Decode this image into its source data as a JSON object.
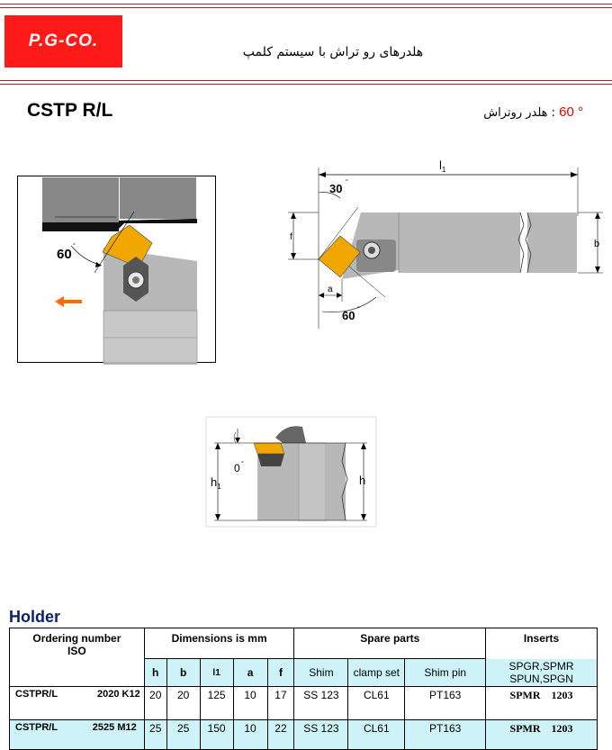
{
  "brand": {
    "logo": "P.G-CO."
  },
  "header": {
    "title_fa": "هلدرهای رو تراش با سیستم کلمپ"
  },
  "product": {
    "code": "CSTP R/L",
    "angle_value": "60",
    "angle_unit": "°",
    "angle_sep": ":",
    "angle_desc_fa": "هلدر روتراش"
  },
  "diagram_left": {
    "angle_label": "60",
    "deg": "°"
  },
  "diagram_right": {
    "l1": "l",
    "l1_sub": "1",
    "angle_top": "30",
    "angle_bottom": "60",
    "deg": "°",
    "f": "f",
    "b": "b",
    "a": "a"
  },
  "diagram_bottom": {
    "h1": "h",
    "h1_sub": "1",
    "h": "h",
    "angle": "0",
    "deg": "°"
  },
  "section": {
    "title": "Holder"
  },
  "table": {
    "ordering_header_line1": "Ordering  number",
    "ordering_header_line2": "ISO",
    "dimensions_header": "Dimensions is mm",
    "spare_header": "Spare  parts",
    "inserts_header": "Inserts",
    "dim_cols": [
      "h",
      "b",
      "l1",
      "a",
      "f"
    ],
    "spare_cols": [
      "Shim",
      "clamp set",
      "Shim pin"
    ],
    "inserts_sub_line1": "SPGR,SPMR",
    "inserts_sub_line2": "SPUN,SPGN",
    "rows": [
      {
        "name": "CSTPR/L",
        "size": "2020 K12",
        "h": "20",
        "b": "20",
        "l1": "125",
        "a": "10",
        "f": "17",
        "shim": "SS 123",
        "clamp": "CL61",
        "pin": "PT163",
        "insert": "SPMR    1203"
      },
      {
        "name": "CSTPR/L",
        "size": "2525 M12",
        "h": "25",
        "b": "25",
        "l1": "150",
        "a": "10",
        "f": "22",
        "shim": "SS 123",
        "clamp": "CL61",
        "pin": "PT163",
        "insert": "SPMR    1203"
      }
    ]
  },
  "colors": {
    "accent_red": "#ff1a1a",
    "insert_orange": "#f0a800",
    "holder_gray": "#b8b8b8",
    "table_cyan": "#cdf3f8",
    "section_blue": "#0b1f6b"
  }
}
